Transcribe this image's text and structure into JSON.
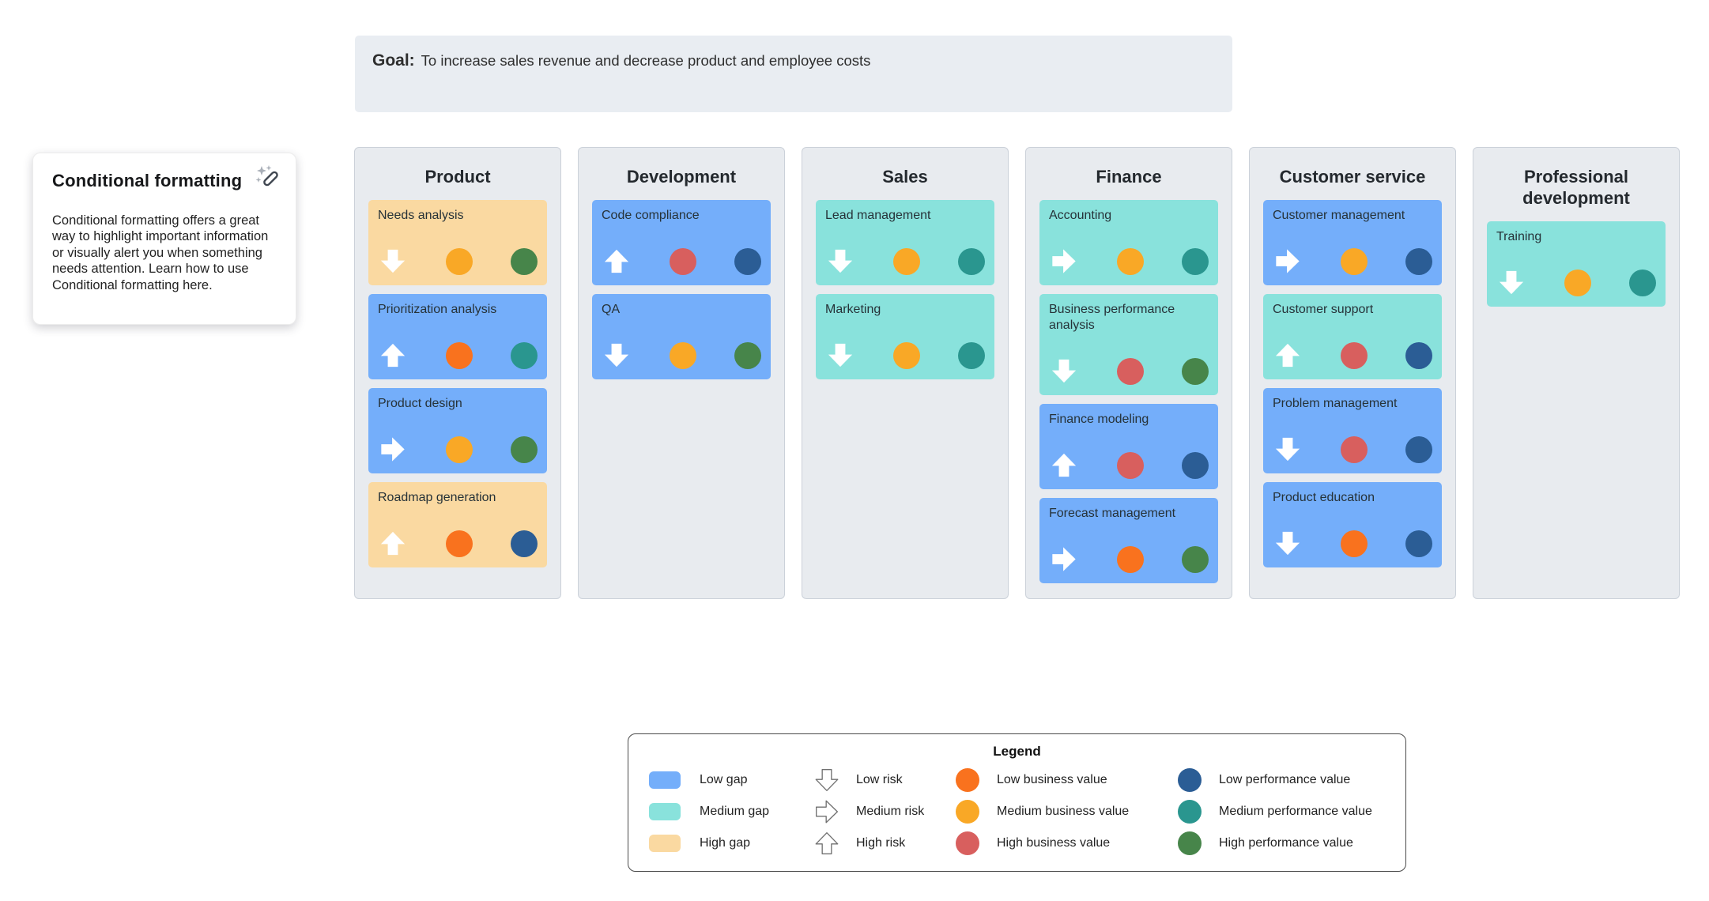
{
  "goal": {
    "label": "Goal:",
    "text": "To increase sales revenue and decrease product and employee costs"
  },
  "tooltip_card": {
    "title": "Conditional formatting",
    "body": "Conditional formatting offers a great way to highlight important information or visually alert you when something needs attention. Learn how to use Conditional formatting here.",
    "icon": "magic-wand-icon"
  },
  "board": {
    "columns": [
      {
        "title": "Product",
        "cards": [
          {
            "title": "Needs analysis",
            "gap": "high",
            "risk": "low",
            "business_value": "medium",
            "performance_value": "high"
          },
          {
            "title": "Prioritization analysis",
            "gap": "low",
            "risk": "high",
            "business_value": "low",
            "performance_value": "medium"
          },
          {
            "title": "Product design",
            "gap": "low",
            "risk": "medium",
            "business_value": "medium",
            "performance_value": "high"
          },
          {
            "title": "Roadmap generation",
            "gap": "high",
            "risk": "high",
            "business_value": "low",
            "performance_value": "low"
          }
        ]
      },
      {
        "title": "Development",
        "cards": [
          {
            "title": "Code compliance",
            "gap": "low",
            "risk": "high",
            "business_value": "high",
            "performance_value": "low"
          },
          {
            "title": "QA",
            "gap": "low",
            "risk": "low",
            "business_value": "medium",
            "performance_value": "high"
          }
        ]
      },
      {
        "title": "Sales",
        "cards": [
          {
            "title": "Lead management",
            "gap": "medium",
            "risk": "low",
            "business_value": "medium",
            "performance_value": "medium"
          },
          {
            "title": "Marketing",
            "gap": "medium",
            "risk": "low",
            "business_value": "medium",
            "performance_value": "medium"
          }
        ]
      },
      {
        "title": "Finance",
        "cards": [
          {
            "title": "Accounting",
            "gap": "medium",
            "risk": "medium",
            "business_value": "medium",
            "performance_value": "medium"
          },
          {
            "title": "Business performance analysis",
            "gap": "medium",
            "risk": "low",
            "business_value": "high",
            "performance_value": "high"
          },
          {
            "title": "Finance modeling",
            "gap": "low",
            "risk": "high",
            "business_value": "high",
            "performance_value": "low"
          },
          {
            "title": "Forecast management",
            "gap": "low",
            "risk": "medium",
            "business_value": "low",
            "performance_value": "high"
          }
        ]
      },
      {
        "title": "Customer service",
        "cards": [
          {
            "title": "Customer management",
            "gap": "low",
            "risk": "medium",
            "business_value": "medium",
            "performance_value": "low"
          },
          {
            "title": "Customer support",
            "gap": "medium",
            "risk": "high",
            "business_value": "high",
            "performance_value": "low"
          },
          {
            "title": "Problem management",
            "gap": "low",
            "risk": "low",
            "business_value": "high",
            "performance_value": "low"
          },
          {
            "title": "Product education",
            "gap": "low",
            "risk": "low",
            "business_value": "low",
            "performance_value": "low"
          }
        ]
      },
      {
        "title": "Professional development",
        "cards": [
          {
            "title": "Training",
            "gap": "medium",
            "risk": "low",
            "business_value": "medium",
            "performance_value": "medium"
          }
        ]
      }
    ]
  },
  "legend": {
    "title": "Legend",
    "gap": [
      {
        "label": "Low gap",
        "level": "low"
      },
      {
        "label": "Medium gap",
        "level": "medium"
      },
      {
        "label": "High gap",
        "level": "high"
      }
    ],
    "risk": [
      {
        "label": "Low risk",
        "level": "low",
        "direction": "down"
      },
      {
        "label": "Medium risk",
        "level": "medium",
        "direction": "right"
      },
      {
        "label": "High risk",
        "level": "high",
        "direction": "up"
      }
    ],
    "business_value": [
      {
        "label": "Low business value",
        "level": "low"
      },
      {
        "label": "Medium business value",
        "level": "medium"
      },
      {
        "label": "High business value",
        "level": "high"
      }
    ],
    "performance_value": [
      {
        "label": "Low performance value",
        "level": "low"
      },
      {
        "label": "Medium performance value",
        "level": "medium"
      },
      {
        "label": "High performance value",
        "level": "high"
      }
    ]
  },
  "risk_arrow_direction": {
    "low": "down",
    "medium": "right",
    "high": "up"
  },
  "colors": {
    "gap": {
      "low": "#74AEFA",
      "medium": "#89E2DC",
      "high": "#FAD9A1"
    },
    "business_value": {
      "low": "#F9721E",
      "medium": "#F9A826",
      "high": "#D85F5E"
    },
    "performance_value": {
      "low": "#2B5D95",
      "medium": "#2A968F",
      "high": "#47854A"
    },
    "accent_underline": "#6B5AEE",
    "column_bg": "#E8EBEF",
    "banner_bg": "#E9EDF2"
  }
}
